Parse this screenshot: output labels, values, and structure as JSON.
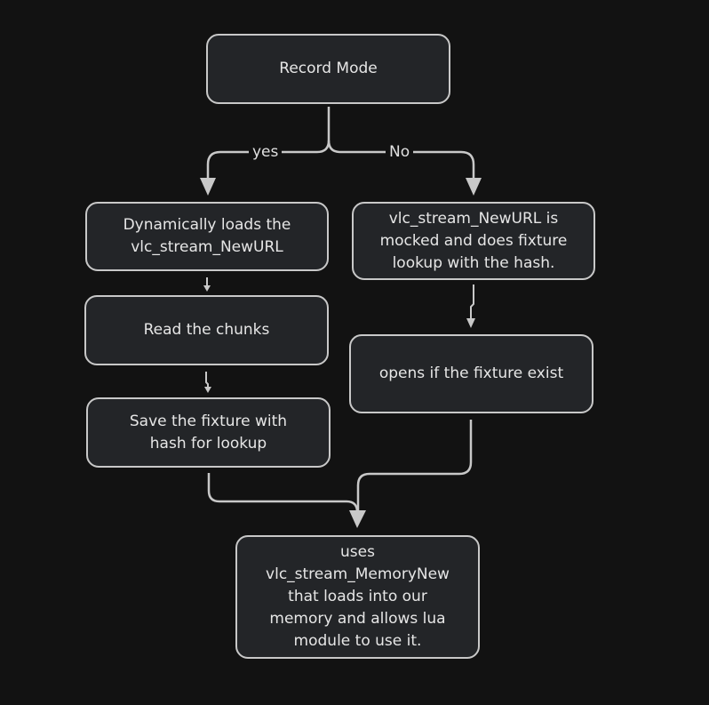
{
  "colors": {
    "background": "#121212",
    "node_fill": "#232528",
    "node_stroke": "#c8c8c8",
    "text": "#e6e6e6",
    "edge": "#c8c8c8"
  },
  "nodes": {
    "record_mode": "Record Mode",
    "dynamic_load": "Dynamically loads the\nvlc_stream_NewURL",
    "read_chunks": "Read the chunks",
    "save_fixture": "Save the fixture with\nhash for lookup",
    "mocked_lookup": "vlc_stream_NewURL is\nmocked and does fixture\nlookup with the hash.",
    "opens_fixture": "opens if the fixture exist",
    "memory_new": "uses\nvlc_stream_MemoryNew\nthat loads into our\nmemory and allows lua\nmodule to use it."
  },
  "edges": {
    "yes_label": "yes",
    "no_label": "No"
  }
}
